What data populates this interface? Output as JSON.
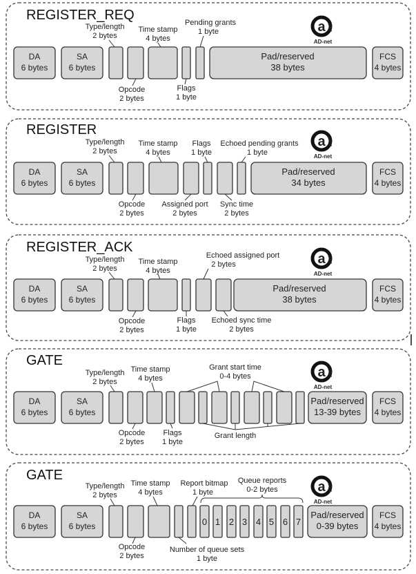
{
  "frames": [
    {
      "title": "REGISTER_REQ",
      "fields": {
        "da": [
          "DA",
          "6 bytes"
        ],
        "sa": [
          "SA",
          "6 bytes"
        ],
        "pad": [
          "Pad/reserved",
          "38 bytes"
        ],
        "fcs": [
          "FCS",
          "4 bytes"
        ]
      },
      "labels": {
        "type_length": [
          "Type/length",
          "2 bytes"
        ],
        "opcode": [
          "Opcode",
          "2 bytes"
        ],
        "time_stamp": [
          "Time stamp",
          "4 bytes"
        ],
        "flags": [
          "Flags",
          "1 byte"
        ],
        "pending_grants": [
          "Pending grants",
          "1 byte"
        ]
      }
    },
    {
      "title": "REGISTER",
      "fields": {
        "da": [
          "DA",
          "6 bytes"
        ],
        "sa": [
          "SA",
          "6 bytes"
        ],
        "pad": [
          "Pad/reserved",
          "34 bytes"
        ],
        "fcs": [
          "FCS",
          "4 bytes"
        ]
      },
      "labels": {
        "type_length": [
          "Type/length",
          "2 bytes"
        ],
        "opcode": [
          "Opcode",
          "2 bytes"
        ],
        "time_stamp": [
          "Time stamp",
          "4 bytes"
        ],
        "assigned_port": [
          "Assigned port",
          "2 bytes"
        ],
        "flags": [
          "Flags",
          "1 byte"
        ],
        "sync_time": [
          "Sync time",
          "2 bytes"
        ],
        "echoed_pending_grants": [
          "Echoed pending grants",
          "1 byte"
        ]
      }
    },
    {
      "title": "REGISTER_ACK",
      "fields": {
        "da": [
          "DA",
          "6 bytes"
        ],
        "sa": [
          "SA",
          "6 bytes"
        ],
        "pad": [
          "Pad/reserved",
          "38 bytes"
        ],
        "fcs": [
          "FCS",
          "4 bytes"
        ]
      },
      "labels": {
        "type_length": [
          "Type/length",
          "2 bytes"
        ],
        "opcode": [
          "Opcode",
          "2 bytes"
        ],
        "time_stamp": [
          "Time stamp",
          "4 bytes"
        ],
        "flags": [
          "Flags",
          "1 byte"
        ],
        "echoed_assigned_port": [
          "Echoed assigned port",
          "2 bytes"
        ],
        "echoed_sync_time": [
          "Echoed sync time",
          "2 bytes"
        ]
      }
    },
    {
      "title": "GATE",
      "fields": {
        "da": [
          "DA",
          "6 bytes"
        ],
        "sa": [
          "SA",
          "6 bytes"
        ],
        "pad": [
          "Pad/reserved",
          "13-39 bytes"
        ],
        "fcs": [
          "FCS",
          "4 bytes"
        ]
      },
      "labels": {
        "type_length": [
          "Type/length",
          "2 bytes"
        ],
        "opcode": [
          "Opcode",
          "2 bytes"
        ],
        "time_stamp": [
          "Time stamp",
          "4 bytes"
        ],
        "flags": [
          "Flags",
          "1 byte"
        ],
        "grant_start_time": [
          "Grant start time",
          "0-4 bytes"
        ],
        "grant_length": [
          "Grant length"
        ]
      }
    },
    {
      "title": "GATE",
      "fields": {
        "da": [
          "DA",
          "6 bytes"
        ],
        "sa": [
          "SA",
          "6 bytes"
        ],
        "pad": [
          "Pad/reserved",
          "0-39 bytes"
        ],
        "fcs": [
          "FCS",
          "4 bytes"
        ]
      },
      "labels": {
        "type_length": [
          "Type/length",
          "2 bytes"
        ],
        "opcode": [
          "Opcode",
          "2 bytes"
        ],
        "time_stamp": [
          "Time stamp",
          "4 bytes"
        ],
        "report_bitmap": [
          "Report bitmap",
          "1 byte"
        ],
        "queue_reports": [
          "Queue reports",
          "0-2 bytes"
        ],
        "number_of_queue_sets": [
          "Number of queue sets",
          "1 byte"
        ]
      },
      "queue_numbers": [
        "0",
        "1",
        "2",
        "3",
        "4",
        "5",
        "6",
        "7"
      ]
    }
  ],
  "logo": {
    "mark": "a",
    "sub": "net",
    "caption": "AD-net",
    "color": "#e2641e"
  },
  "colors": {
    "field_fill": "#d6d6d6",
    "field_stroke": "#333333",
    "frame_stroke": "#444444"
  }
}
